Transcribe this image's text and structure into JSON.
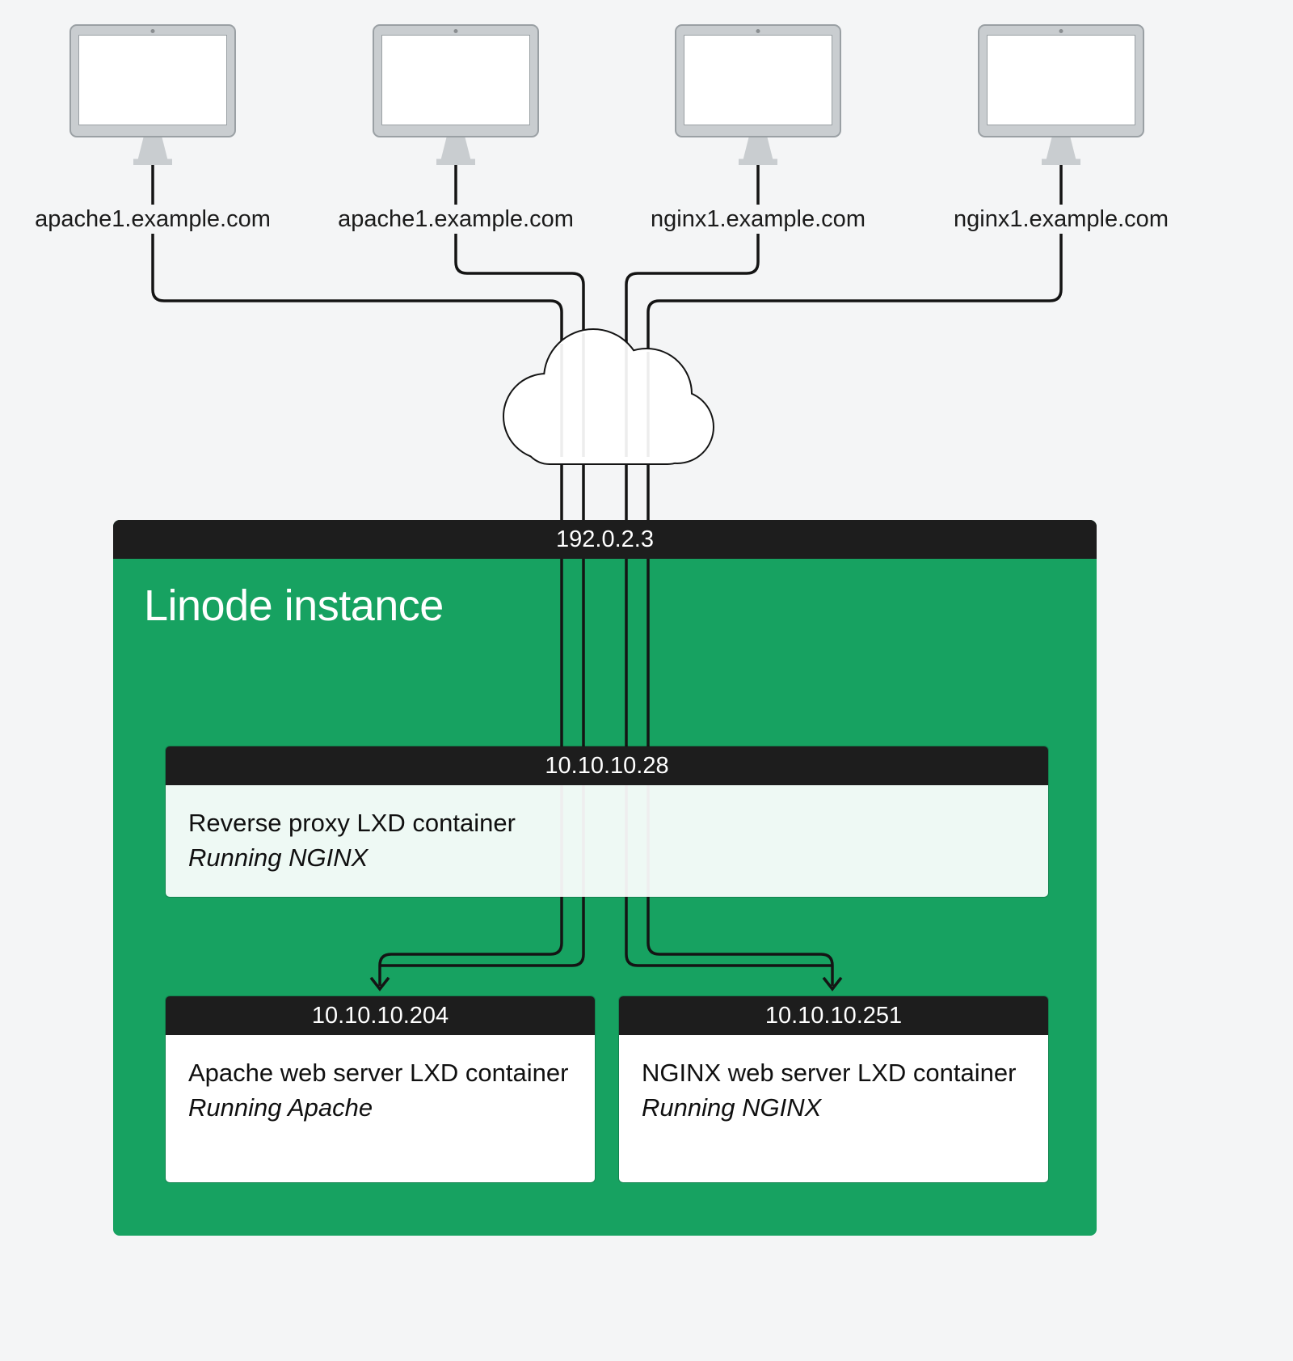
{
  "clients": [
    {
      "label": "apache1.example.com"
    },
    {
      "label": "apache1.example.com"
    },
    {
      "label": "nginx1.example.com"
    },
    {
      "label": "nginx1.example.com"
    }
  ],
  "linode": {
    "ip": "192.0.2.3",
    "title": "Linode instance"
  },
  "reverse_proxy": {
    "ip": "10.10.10.28",
    "title": "Reverse proxy LXD container",
    "subtitle": "Running NGINX"
  },
  "containers": [
    {
      "ip": "10.10.10.204",
      "title": "Apache web server LXD container",
      "subtitle": "Running Apache"
    },
    {
      "ip": "10.10.10.251",
      "title": "NGINX web server LXD container",
      "subtitle": "Running NGINX"
    }
  ],
  "colors": {
    "green": "#17A261",
    "bar": "#1D1D1D",
    "line": "#141414",
    "page_bg": "#F4F5F6"
  }
}
